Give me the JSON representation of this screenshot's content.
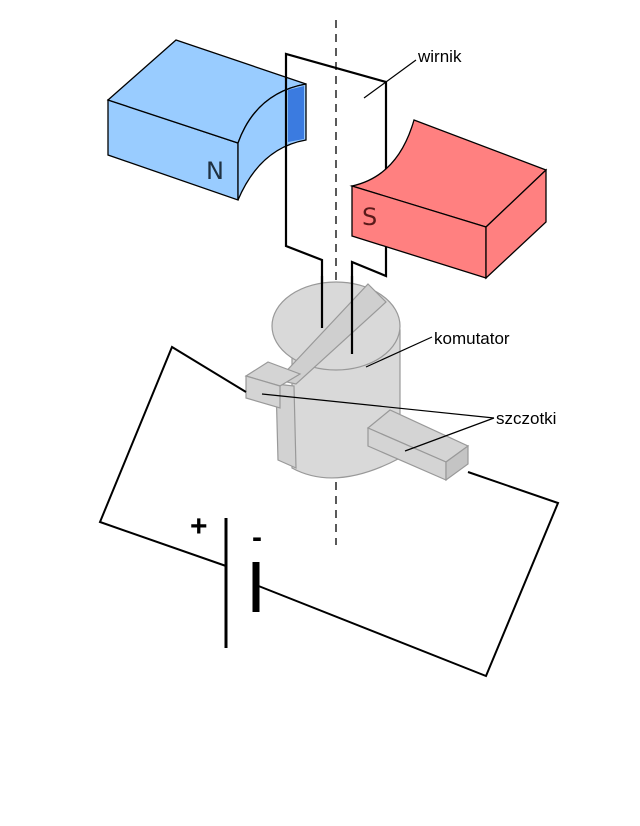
{
  "labels": {
    "rotor": "wirnik",
    "commutator": "komutator",
    "brushes": "szczotki"
  },
  "magnets": {
    "north": {
      "letter": "N",
      "color": "#99ccff"
    },
    "south": {
      "letter": "S",
      "color": "#ff8080"
    }
  },
  "battery": {
    "plus": "+",
    "minus": "-"
  },
  "colors": {
    "wire": "#000000",
    "commutator": "#d9d9d9",
    "commutator_edge": "#999999"
  }
}
